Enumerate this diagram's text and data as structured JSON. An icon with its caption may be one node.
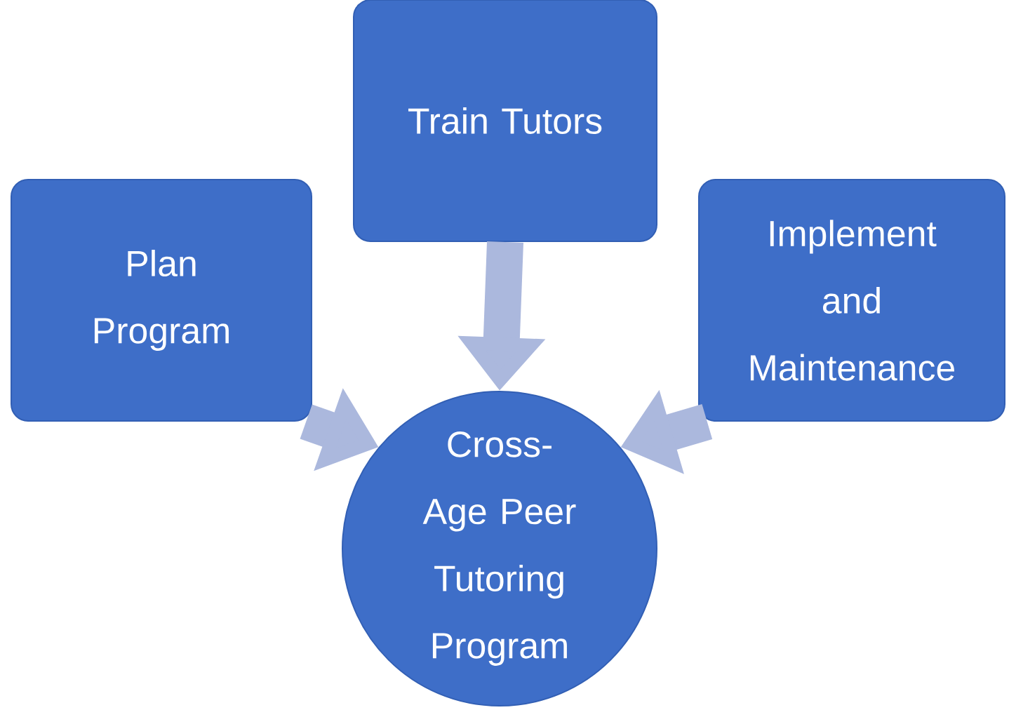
{
  "diagram": {
    "nodes": [
      {
        "text": [
          "Plan Program"
        ]
      },
      {
        "text": [
          "Train Tutors"
        ]
      },
      {
        "text": [
          "Implement and Maintenance"
        ]
      },
      {
        "text": [
          "Cross-Age Peer Tutoring Program"
        ]
      }
    ],
    "edges": [
      {
        "from": 0,
        "to": 3,
        "arrow": "to"
      },
      {
        "from": 1,
        "to": 3,
        "arrow": "to"
      },
      {
        "from": 2,
        "to": 3,
        "arrow": "to"
      }
    ]
  }
}
